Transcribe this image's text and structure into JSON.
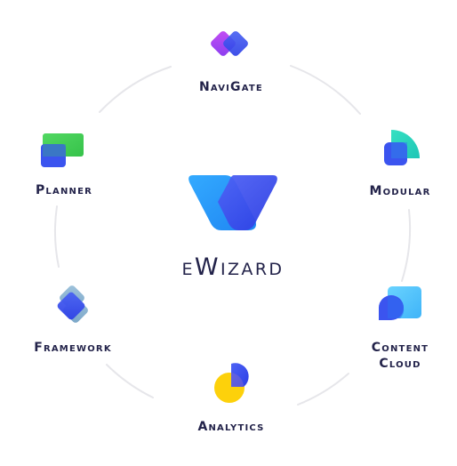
{
  "center": {
    "title": "eWizard",
    "logo_icon": "ewizard-w-logo-icon"
  },
  "modules": [
    {
      "label": "NaviGate",
      "icon": "navigate-diamonds-icon"
    },
    {
      "label": "Modular",
      "icon": "modular-quarter-circle-icon"
    },
    {
      "label": "Content",
      "label_line2": "Cloud",
      "icon": "content-cloud-icon"
    },
    {
      "label": "Analytics",
      "icon": "analytics-circles-icon"
    },
    {
      "label": "Framework",
      "icon": "framework-diamonds-icon"
    },
    {
      "label": "Planner",
      "icon": "planner-rectangles-icon"
    }
  ],
  "colors": {
    "text": "#23234a",
    "ring": "#e6e6ea",
    "blue": "#3b54ef",
    "blue_light": "#2fa3ff",
    "purple": "#b34bf2",
    "green": "#4ad25b",
    "teal": "#27d3be",
    "yellow": "#fdd10b",
    "sky": "#5ec7ff"
  }
}
